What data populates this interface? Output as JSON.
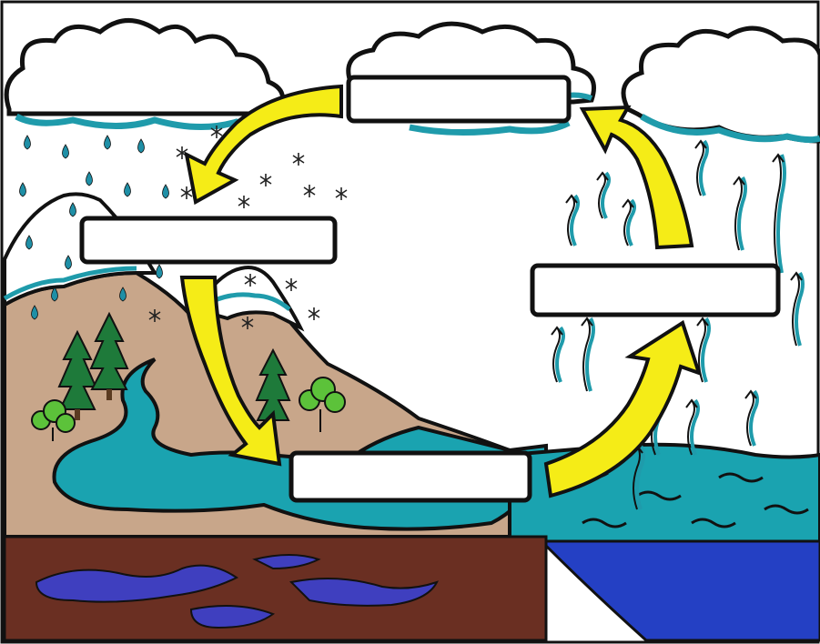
{
  "diagram": {
    "colors": {
      "cloud_shadow": "#1f9bab",
      "water": "#1aa3b0",
      "rain": "#1f8fa6",
      "ground": "#c8a68a",
      "soil": "#6a2f22",
      "groundwater": "#3f3fbf",
      "ocean": "#2440c4",
      "arrow": "#f5ec17",
      "tree": "#1e7a3a",
      "bush": "#5cc23a",
      "outline": "#111111"
    },
    "boxes": [
      {
        "id": "top",
        "label": ""
      },
      {
        "id": "left",
        "label": ""
      },
      {
        "id": "bottom",
        "label": ""
      },
      {
        "id": "right",
        "label": ""
      }
    ],
    "icons": [
      "cloud-icon",
      "raindrop-icon",
      "snowflake-icon",
      "tree-icon",
      "bush-icon",
      "curved-arrow-icon"
    ]
  }
}
